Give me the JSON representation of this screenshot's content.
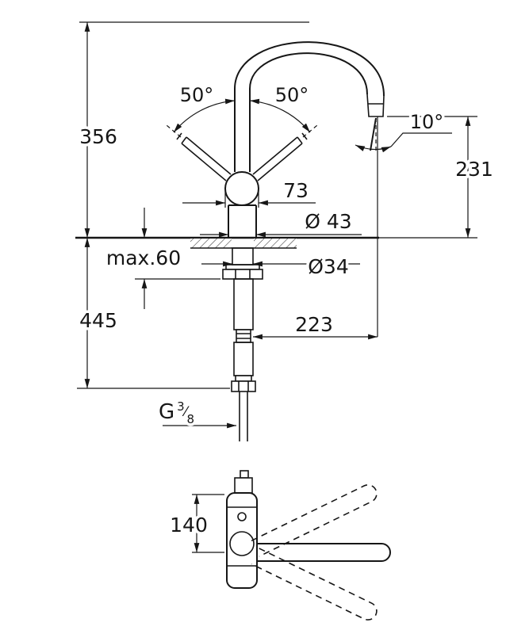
{
  "dims": {
    "spout_height": "356",
    "swivel_left": "50°",
    "swivel_right": "50°",
    "outlet_angle": "10°",
    "outlet_height": "231",
    "lever_width": "73",
    "base_diameter": "Ø 43",
    "max_counter": "max.60",
    "hole_diameter": "Ø34",
    "below_counter_length": "445",
    "projection": "223",
    "lever_swing_width": "140",
    "thread": {
      "prefix": "G",
      "sup": "3",
      "slash": "⁄",
      "sub": "8"
    }
  },
  "colors": {
    "line": "#161616",
    "background": "#ffffff"
  }
}
